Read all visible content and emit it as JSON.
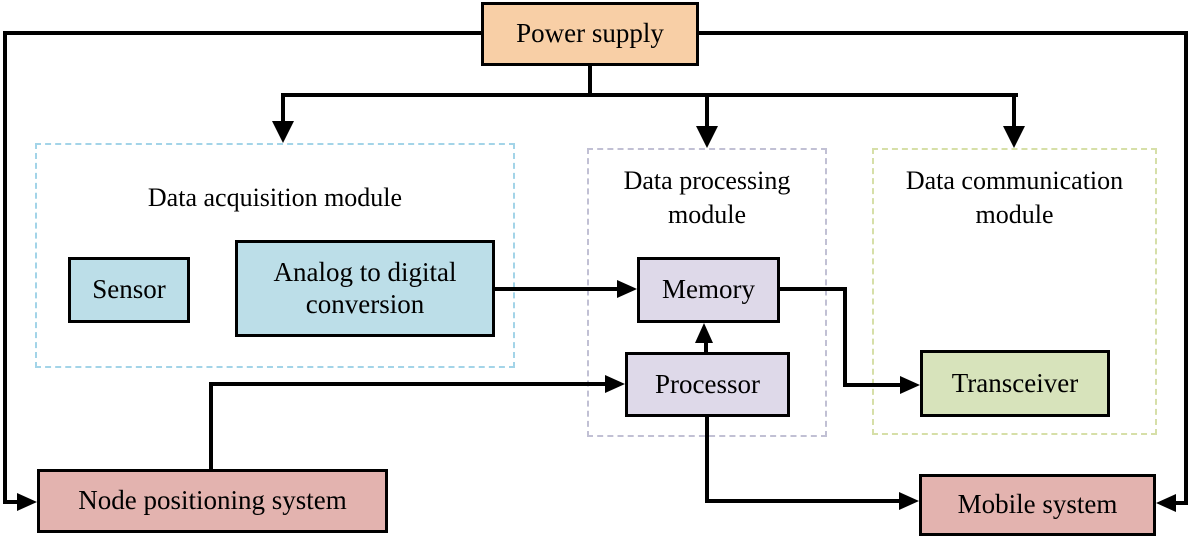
{
  "diagram": {
    "power_supply": "Power supply",
    "acquisition_module": {
      "title": "Data acquisition module",
      "sensor": "Sensor",
      "adc": "Analog to digital conversion"
    },
    "processing_module": {
      "title": "Data processing module",
      "memory": "Memory",
      "processor": "Processor"
    },
    "communication_module": {
      "title": "Data communication module",
      "transceiver": "Transceiver"
    },
    "node_positioning": "Node positioning system",
    "mobile_system": "Mobile system"
  },
  "colors": {
    "power_supply_fill": "#f8cfa6",
    "acquisition_box_fill": "#bcdee8",
    "processing_box_fill": "#ded9e9",
    "communication_box_fill": "#d7e3bb",
    "system_box_fill": "#e3b3af",
    "acquisition_module_border": "#a3d4e8",
    "processing_module_border": "#c1c0d4",
    "communication_module_border": "#d6dfa8",
    "line_color": "#000000",
    "box_border": "#000000"
  },
  "edges": [
    {
      "from": "Power supply",
      "to": "Node positioning system"
    },
    {
      "from": "Power supply",
      "to": "Data acquisition module"
    },
    {
      "from": "Power supply",
      "to": "Data processing module"
    },
    {
      "from": "Power supply",
      "to": "Data communication module"
    },
    {
      "from": "Power supply",
      "to": "Mobile system"
    },
    {
      "from": "Analog to digital conversion",
      "to": "Memory"
    },
    {
      "from": "Processor",
      "to": "Memory"
    },
    {
      "from": "Memory",
      "to": "Transceiver"
    },
    {
      "from": "Node positioning system",
      "to": "Processor"
    },
    {
      "from": "Processor",
      "to": "Mobile system"
    }
  ]
}
